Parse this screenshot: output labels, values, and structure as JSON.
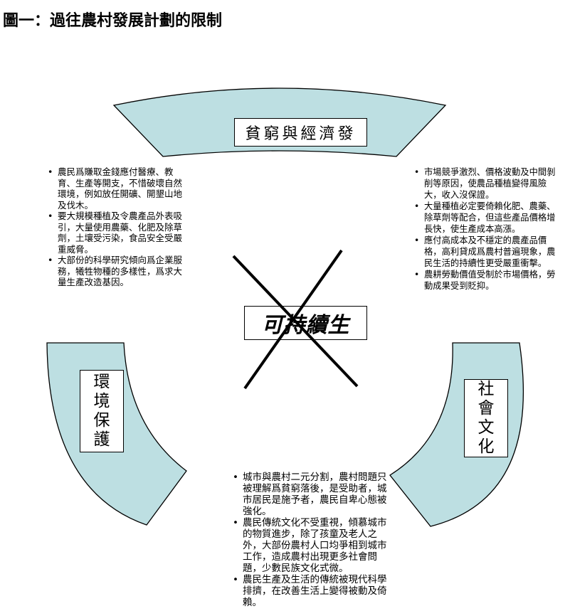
{
  "title": "圖一：過往農村發展計劃的限制",
  "colors": {
    "segment_fill": "#bddfe2",
    "outline": "#000000"
  },
  "diagram": {
    "center_label": "可持續生",
    "top_segment": {
      "label": "貧窮與經濟發"
    },
    "left_segment": {
      "label": "環境保護"
    },
    "right_segment": {
      "label": "社會文化"
    },
    "left_points": [
      "農民爲賺取金錢應付醫療、教育、生產等開支，不惜破壞自然環境，例如放任開礦、開墾山地及伐木。",
      "要大規模種植及令農產品外表吸引，大量使用農藥、化肥及除草劑，土壤受污染，食品安全受嚴重威脅。",
      "大部份的科學研究傾向爲企業服務，犧牲物種的多樣性，爲求大量生產改造基因。"
    ],
    "right_points": [
      "市場競爭激烈、價格波動及中間剝削等原因，使農品種植變得風險大，收入沒保證。",
      "大量種植必定要倚賴化肥、農藥、除草劑等配合，但這些產品價格增長快，使生產成本高漲。",
      "應付高成本及不穩定的農產品價格，高利貸成爲農村普遍現象，農民生活的持續性更受嚴重衝擊。",
      "農耕勞動價值受制於市場價格，勞動成果受到貶抑。"
    ],
    "bottom_points": [
      "城市與農村二元分割，農村問題只被理解爲貧窮落後，是受助者，城市居民是施予者，農民自卑心態被強化。",
      "農民傳統文化不受重視，傾慕城市的物質進步，除了孩童及老人之外，大部份農村人口均爭相到城市工作，造成農村出現更多社會問題，少數民族文化式微。",
      "農民生產及生活的傳統被現代科學排擠，在改善生活上變得被動及倚賴。"
    ]
  }
}
